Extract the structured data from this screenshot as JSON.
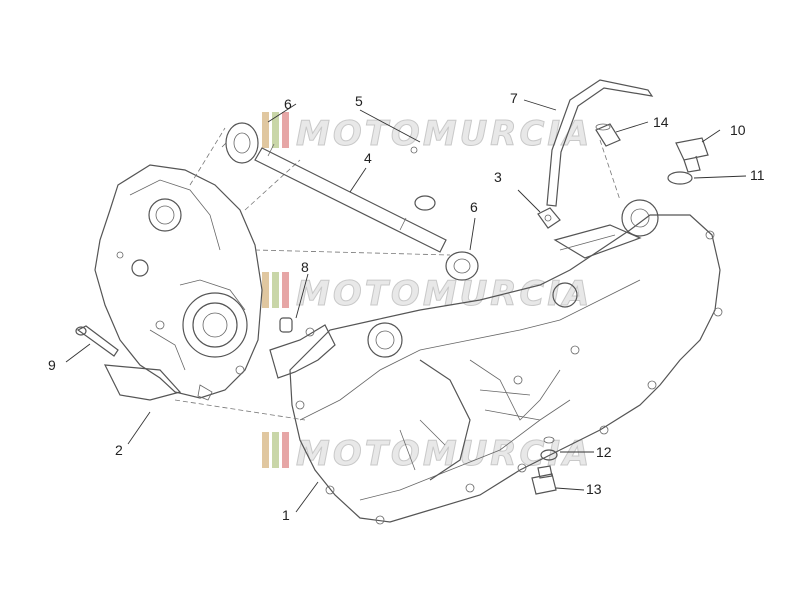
{
  "diagram": {
    "callouts": [
      {
        "id": "1",
        "label": "1"
      },
      {
        "id": "2",
        "label": "2"
      },
      {
        "id": "3",
        "label": "3"
      },
      {
        "id": "4",
        "label": "4"
      },
      {
        "id": "5",
        "label": "5"
      },
      {
        "id": "6a",
        "label": "6"
      },
      {
        "id": "6b",
        "label": "6"
      },
      {
        "id": "7",
        "label": "7"
      },
      {
        "id": "8",
        "label": "8"
      },
      {
        "id": "9",
        "label": "9"
      },
      {
        "id": "10",
        "label": "10"
      },
      {
        "id": "11",
        "label": "11"
      },
      {
        "id": "12",
        "label": "12"
      },
      {
        "id": "13",
        "label": "13"
      },
      {
        "id": "14",
        "label": "14"
      }
    ]
  },
  "watermark": {
    "text": "MOTOMURCIA",
    "colors": [
      "#e0c7a0",
      "#c9d6a8",
      "#e6a6a6"
    ]
  }
}
